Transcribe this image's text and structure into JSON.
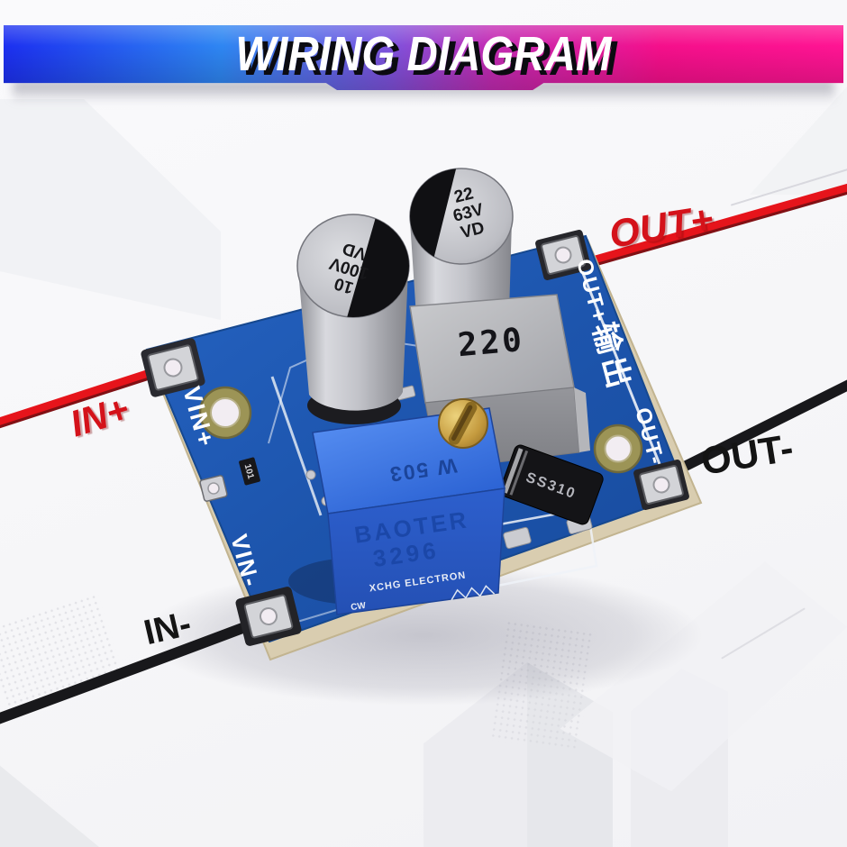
{
  "banner": {
    "title": "WIRING DIAGRAM",
    "colors": {
      "gradient_left_blue": "#1c2ff0",
      "gradient_azure": "#2e86f2",
      "gradient_purple": "#7e52dd",
      "gradient_magenta": "#c32bb4",
      "gradient_right_pink": "#ff1493",
      "text": "#ffffff",
      "text_shadow": "#0b0b11"
    }
  },
  "wires": {
    "in_plus": {
      "label": "IN+",
      "color": "#d4121a"
    },
    "out_plus": {
      "label": "OUT+",
      "color": "#d4121a"
    },
    "out_minus": {
      "label": "OUT-",
      "color": "#141414"
    },
    "in_minus": {
      "label": "IN-",
      "color": "#141414"
    }
  },
  "pcb": {
    "silkscreen": {
      "vin_plus": "VIN+",
      "vin_minus": "VIN-",
      "out_plus": "OUT+",
      "out_minus": "OUT-",
      "output_chinese": "输出"
    },
    "capacitor_left": {
      "line1": "10",
      "line2": "100V",
      "line3": "VD"
    },
    "capacitor_right": {
      "line1": "22",
      "line2": "63V",
      "line3": "VD"
    },
    "inductor_marking": "220",
    "trimpot": {
      "top_marking": "W 503",
      "brand": "BAOTER",
      "model": "3296",
      "maker_line": "XCHG ELECTRON",
      "cw_label": "CW"
    },
    "diode_marking": "SS310",
    "smd_marking": "101",
    "colors": {
      "board_blue": "#1d55ad",
      "substrate_cream": "#d9cdb0",
      "trimpot_blue": "#2f63cf",
      "silkscreen_white": "#ffffff"
    }
  }
}
